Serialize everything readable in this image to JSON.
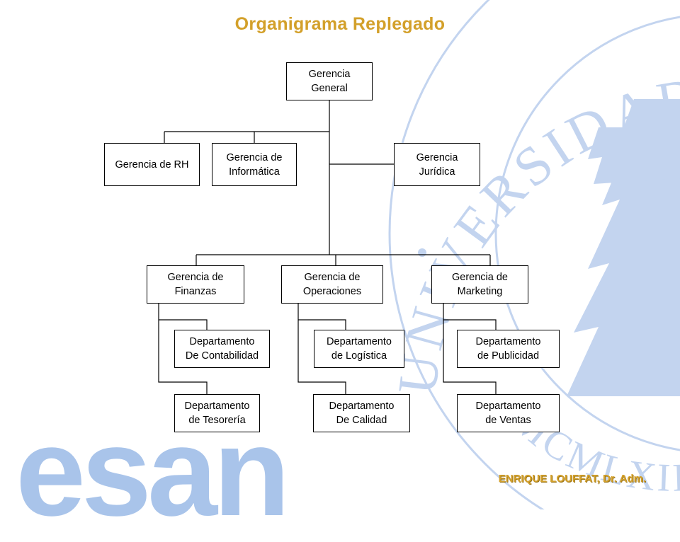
{
  "title": "Organigrama Replegado",
  "nodes": {
    "general": "Gerencia\nGeneral",
    "rh": "Gerencia de RH",
    "informatica": "Gerencia de\nInformática",
    "juridica": "Gerencia\nJurídica",
    "finanzas": "Gerencia de\nFinanzas",
    "operaciones": "Gerencia de\nOperaciones",
    "marketing": "Gerencia de\nMarketing",
    "contabilidad": "Departamento\nDe Contabilidad",
    "tesoreria": "Departamento\nde Tesorería",
    "logistica": "Departamento\nde Logística",
    "calidad": "Departamento\nDe Calidad",
    "publicidad": "Departamento\nde Publicidad",
    "ventas": "Departamento\nde Ventas"
  },
  "seal_text": "UNIVERSIDAD",
  "seal_roman": "MCMLXIII",
  "brand": "esan",
  "author": "ENRIQUE LOUFFAT, Dr. Adm.",
  "colors": {
    "title": "#d3a02a",
    "watermark": "#c3d4ef",
    "brand": "#a9c4ea"
  }
}
